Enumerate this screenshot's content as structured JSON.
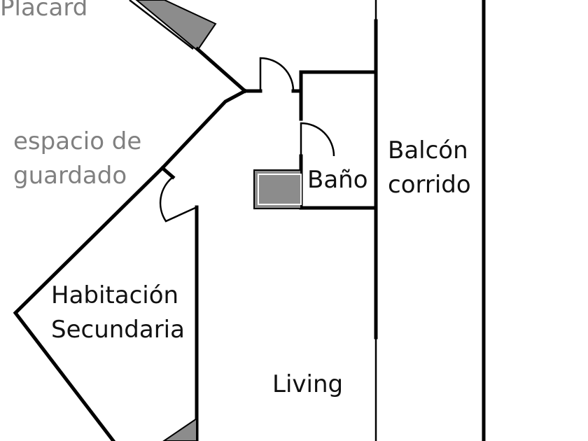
{
  "floor_plan": {
    "rooms": {
      "placard": "Placard",
      "storage_line1": "espacio de",
      "storage_line2": "guardado",
      "bathroom": "Baño",
      "balcony_line1": "Balcón",
      "balcony_line2": "corrido",
      "bedroom_line1": "Habitación",
      "bedroom_line2": "Secundaria",
      "living": "Living"
    },
    "colors": {
      "walls": "#000000",
      "room_labels": "#111111",
      "annotation_labels": "#808080",
      "fixtures": "#8c8c8c"
    }
  }
}
